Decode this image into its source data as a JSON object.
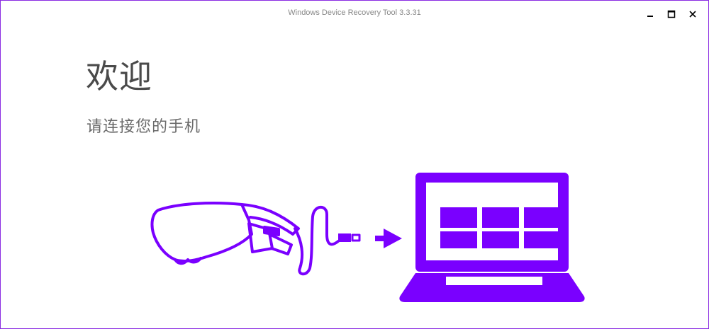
{
  "window": {
    "title": "Windows Device Recovery Tool 3.3.31",
    "minimize_icon": "minimize-icon",
    "maximize_icon": "maximize-icon",
    "close_icon": "close-icon"
  },
  "main": {
    "heading": "欢迎",
    "subheading": "请连接您的手机"
  },
  "illustration": {
    "headset_icon": "hololens-headset-icon",
    "cable_icon": "usb-cable-icon",
    "arrow_icon": "arrow-right-icon",
    "laptop_icon": "windows-laptop-icon"
  },
  "colors": {
    "accent": "#7a00ff",
    "window_border": "#8a2be2",
    "heading_text": "#4a4a4a",
    "subheading_text": "#6a6a6a",
    "title_text": "#888888"
  }
}
